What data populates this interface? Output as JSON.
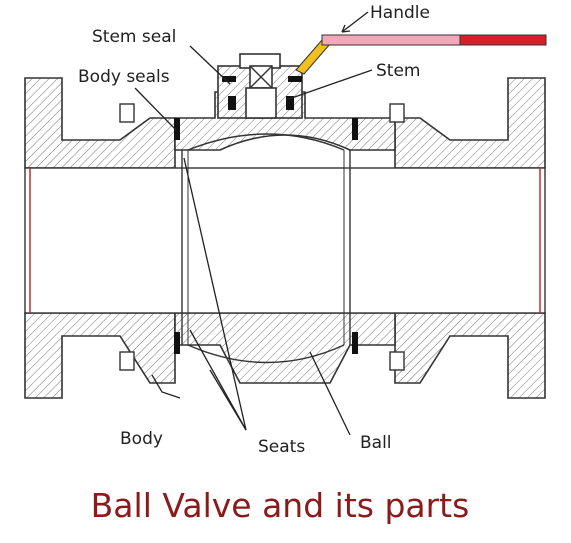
{
  "labels": {
    "handle": "Handle",
    "stem_seal": "Stem seal",
    "stem": "Stem",
    "body_seals": "Body seals",
    "body": "Body",
    "seats": "Seats",
    "ball": "Ball"
  },
  "title": "Ball Valve and its parts",
  "colors": {
    "title": "#8b1a1a",
    "handle_pink": "#f4a7b9",
    "handle_red": "#d8202a",
    "handle_base": "#f0c020",
    "bore": "#c03030"
  }
}
